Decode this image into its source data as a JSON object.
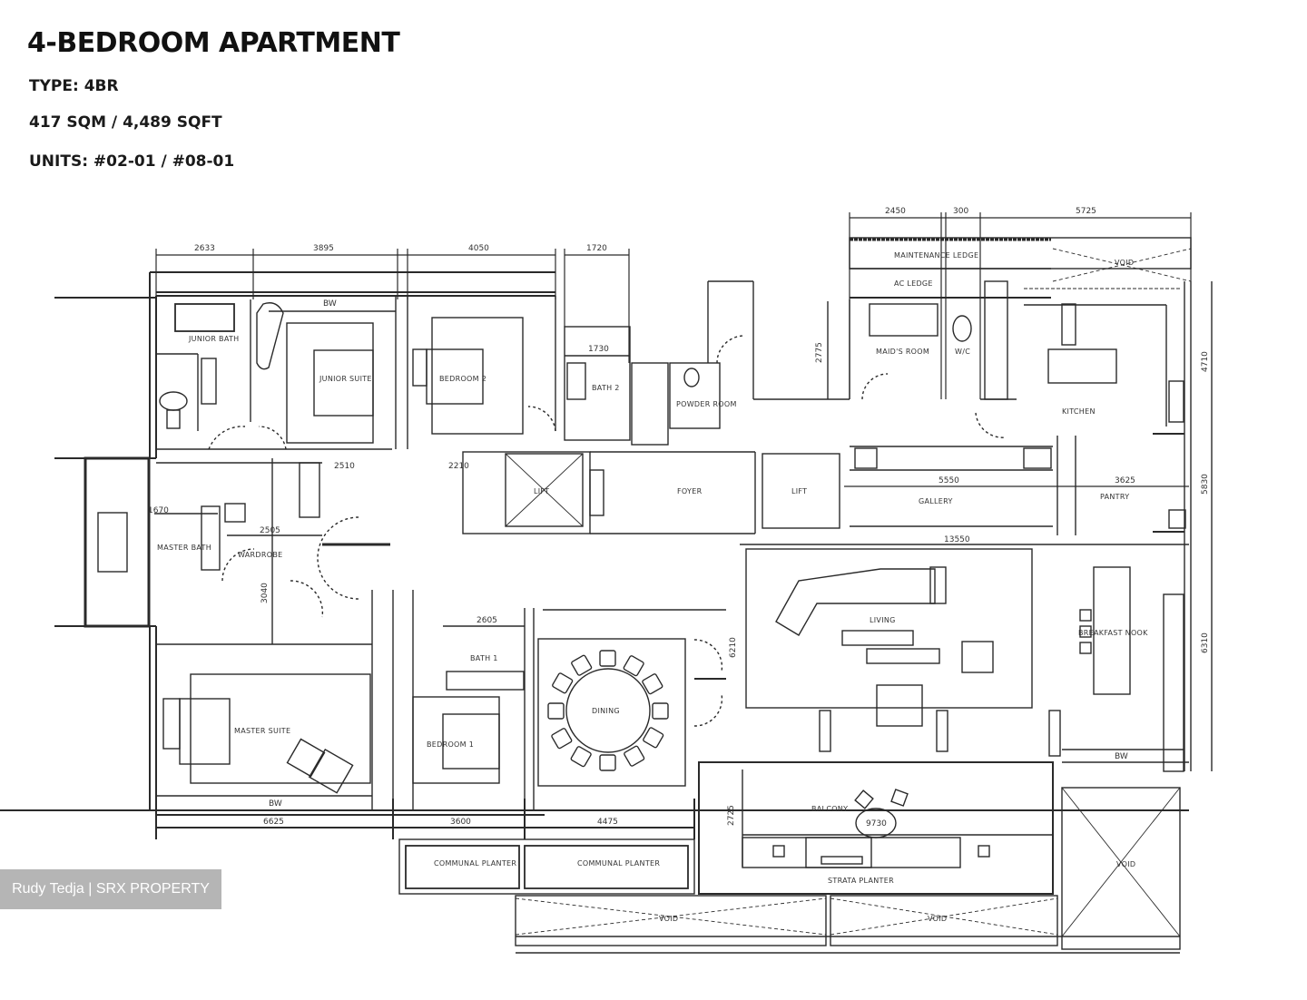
{
  "header": {
    "title": "4-BEDROOM APARTMENT",
    "type": "TYPE: 4BR",
    "area": "417 SQM / 4,489 SQFT",
    "units": "UNITS:  #02-01 / #08-01"
  },
  "rooms": {
    "junior_bath": "JUNIOR BATH",
    "junior_suite": "JUNIOR SUITE",
    "bedroom_2": "BEDROOM 2",
    "bath_2": "BATH 2",
    "powder_room": "POWDER ROOM",
    "maids_room": "MAID'S ROOM",
    "wc": "W/C",
    "kitchen": "KITCHEN",
    "maintenance_ledge": "MAINTENANCE LEDGE",
    "ac_ledge": "AC LEDGE",
    "void_top": "VOID",
    "master_bath": "MASTER BATH",
    "wardrobe": "WARDROBE",
    "lift": "LIFT",
    "foyer": "FOYER",
    "lift_lobby": "LIFT",
    "gallery": "GALLERY",
    "pantry": "PANTRY",
    "living": "LIVING",
    "wet_kitchen_side": "BREAKFAST NOOK",
    "bath_1": "BATH 1",
    "bedroom_1": "BEDROOM 1",
    "dining": "DINING",
    "master_suite": "MASTER SUITE",
    "balcony": "BALCONY",
    "strata_planter": "STRATA PLANTER",
    "communal_planter_1": "COMMUNAL PLANTER",
    "communal_planter_2": "COMMUNAL PLANTER",
    "void_bottom_1": "VOID",
    "void_bottom_2": "VOID",
    "void_right": "VOID"
  },
  "dimensions": {
    "top": [
      "2633",
      "3895",
      "4050",
      "1720"
    ],
    "top_right": [
      "2450",
      "300",
      "5725"
    ],
    "bath2_width": "1730",
    "maids_height": "2775",
    "kitchen_height": "4710",
    "gallery_width": "5550",
    "pantry_width": "3625",
    "pantry_height": "5830",
    "living_width": "13550",
    "right_lower_height": "6310",
    "wardrobe_width": "2505",
    "master_bath_width": "1670",
    "wardrobe_height": "3040",
    "corridor_1": "2510",
    "corridor_2": "2210",
    "bath1_width": "2605",
    "dining_height": "6210",
    "bottom": [
      "6625",
      "3600",
      "4475"
    ],
    "balcony_height": "2725",
    "balcony_width": "9730",
    "bw_labels": [
      "BW",
      "BW",
      "BW"
    ]
  },
  "watermark": "Rudy Tedja | SRX PROPERTY"
}
